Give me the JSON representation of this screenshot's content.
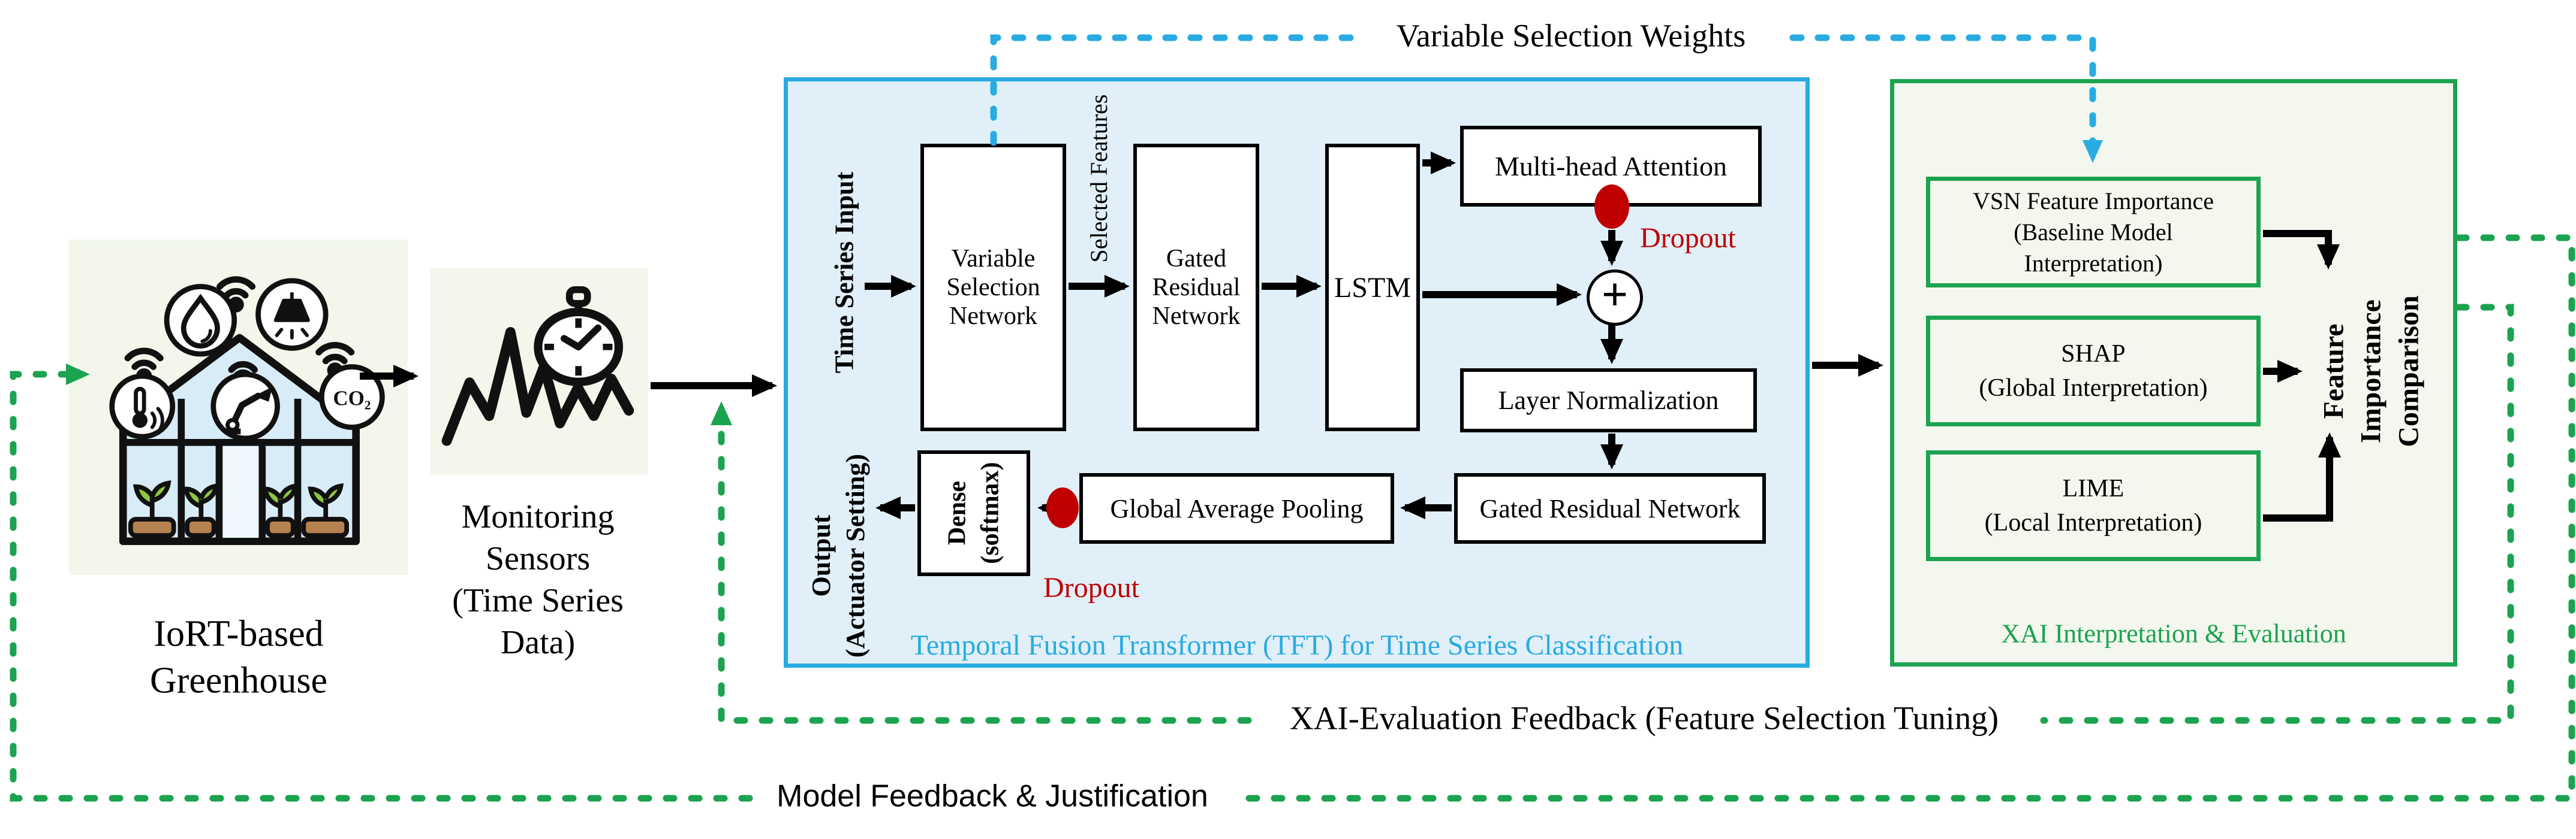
{
  "diagram": {
    "greenhouse": {
      "label": "IoRT-based\nGreenhouse",
      "co2": "CO₂"
    },
    "sensors": {
      "label": "Monitoring\nSensors\n(Time Series\nData)"
    },
    "tft": {
      "caption": "Temporal Fusion Transformer (TFT) for Time Series Classification",
      "input_label": "Time Series Input",
      "selected_features": "Selected Features",
      "vsn": "Variable\nSelection\nNetwork",
      "grn1": "Gated\nResidual\nNetwork",
      "lstm": "LSTM",
      "mha": "Multi-head Attention",
      "dropout1": "Dropout",
      "plus": "+",
      "layer_norm": "Layer Normalization",
      "grn2": "Gated Residual Network",
      "gap": "Global Average Pooling",
      "dense": "Dense\n(softmax)",
      "dropout2": "Dropout",
      "output_label": "Output\n(Actuator Setting)"
    },
    "xai": {
      "caption": "XAI Interpretation & Evaluation",
      "vsn_importance": "VSN Feature Importance\n(Baseline Model\nInterpretation)",
      "shap": "SHAP\n(Global Interpretation)",
      "lime": "LIME\n(Local Interpretation)",
      "comparison": "Feature\nImportance\nComparison"
    },
    "links": {
      "variable_selection_weights": "Variable Selection Weights",
      "xai_feedback": "XAI-Evaluation Feedback (Feature Selection Tuning)",
      "model_feedback": "Model Feedback & Justification"
    },
    "colors": {
      "tft_accent": "#29ABE2",
      "xai_accent": "#1CA350",
      "dropout_red": "#C00000",
      "tft_fill": "#E0EFF8",
      "xai_fill": "#F3F7EE",
      "tile_fill": "#F2F6EB"
    }
  }
}
